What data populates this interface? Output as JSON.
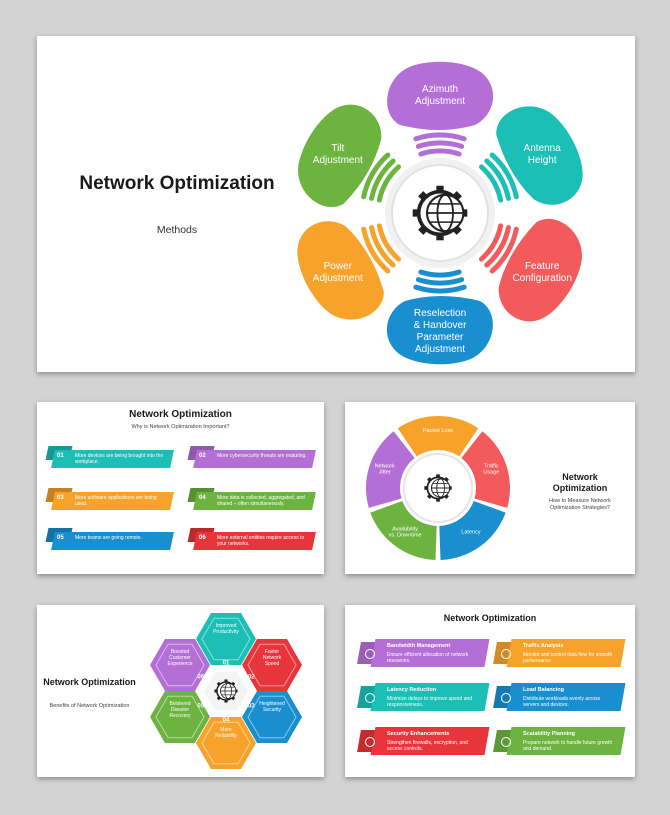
{
  "main": {
    "title": "Network Optimization",
    "subtitle": "Methods",
    "petals": [
      {
        "label": "Azimuth Adjustment",
        "color": "#b46fd6"
      },
      {
        "label": "Antenna Height",
        "color": "#1bbfb6"
      },
      {
        "label": "Feature Configuration",
        "color": "#f25a5c"
      },
      {
        "label": "Reselection & Handover Parameter Adjustment",
        "color": "#1a8fd0"
      },
      {
        "label": "Power Adjustment",
        "color": "#f6a22b"
      },
      {
        "label": "Tilt Adjustment",
        "color": "#6db33f"
      }
    ],
    "center_icon": "gear-globe-icon"
  },
  "why": {
    "title": "Network Optimization",
    "subtitle": "Why is Network Optimization Important?",
    "items": [
      {
        "num": "01",
        "text": "More devices are being brought into the workplace.",
        "color": "#1bbfb6"
      },
      {
        "num": "02",
        "text": "More cybersecurity threats are maturing.",
        "color": "#b46fd6"
      },
      {
        "num": "03",
        "text": "More software applications are being used.",
        "color": "#f6a22b"
      },
      {
        "num": "04",
        "text": "More data is collected, aggregated, and shared – often simultaneously.",
        "color": "#6db33f"
      },
      {
        "num": "05",
        "text": "More teams are going remote.",
        "color": "#1a8fd0"
      },
      {
        "num": "06",
        "text": "More external entities require access to your networks.",
        "color": "#e8343b"
      }
    ]
  },
  "measure": {
    "title": "Network Optimization",
    "subtitle": "How to Measure Network Optimization Strategies?",
    "segments": [
      {
        "label": "Packet Loss",
        "color": "#f6a22b"
      },
      {
        "label": "Traffic Usage",
        "color": "#f25a5c"
      },
      {
        "label": "Latency",
        "color": "#1a8fd0"
      },
      {
        "label": "Availability vs. Downtime",
        "color": "#6db33f"
      },
      {
        "label": "Network Jitter",
        "color": "#b46fd6"
      }
    ]
  },
  "benefits": {
    "title": "Network Optimization",
    "subtitle": "Benefits of Network Optimization",
    "hexes": [
      {
        "num": "01",
        "label": "Improved Productivity",
        "color": "#1bbfb6"
      },
      {
        "num": "02",
        "label": "Faster Network Speed",
        "color": "#e8343b"
      },
      {
        "num": "03",
        "label": "Heightened Security",
        "color": "#1a8fd0"
      },
      {
        "num": "04",
        "label": "More Reliability",
        "color": "#f6a22b"
      },
      {
        "num": "05",
        "label": "Bolstered Disaster Recovery",
        "color": "#6db33f"
      },
      {
        "num": "06",
        "label": "Boosted Customer Experience",
        "color": "#b46fd6"
      }
    ]
  },
  "table": {
    "title": "Network Optimization",
    "items": [
      {
        "title": "Bandwidth Management",
        "text": "Ensure efficient allocation of network resources.",
        "color": "#b46fd6"
      },
      {
        "title": "Traffic Analysis",
        "text": "Monitor and control data flow for smooth performance.",
        "color": "#f6a22b"
      },
      {
        "title": "Latency Reduction",
        "text": "Minimize delays to improve speed and responsiveness.",
        "color": "#1bbfb6"
      },
      {
        "title": "Load Balancing",
        "text": "Distribute workloads evenly across servers and devices.",
        "color": "#1a8fd0"
      },
      {
        "title": "Security Enhancements",
        "text": "Strengthen firewalls, encryption, and access controls.",
        "color": "#e8343b"
      },
      {
        "title": "Scalability Planning",
        "text": "Prepare network to handle future growth and demand.",
        "color": "#6db33f"
      }
    ]
  }
}
